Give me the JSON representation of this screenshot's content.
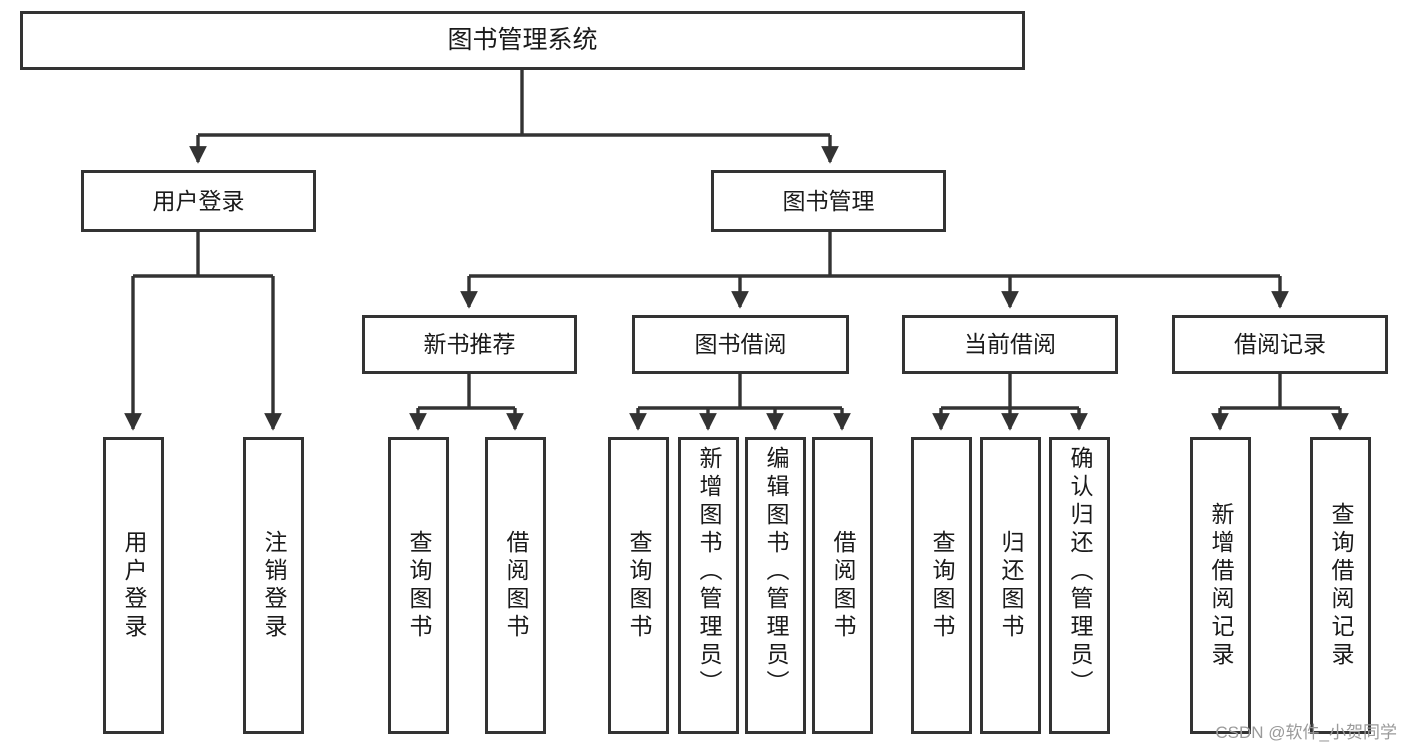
{
  "diagram": {
    "title": "图书管理系统",
    "type": "tree-hierarchy",
    "colors": {
      "box_border": "#333333",
      "box_fill": "#ffffff",
      "edge": "#333333",
      "text": "#1a1a1a",
      "watermark": "#9a9a9a",
      "background": "#ffffff"
    }
  },
  "root": {
    "label": "图书管理系统"
  },
  "level2": [
    {
      "label": "用户登录"
    },
    {
      "label": "图书管理"
    }
  ],
  "level3": [
    {
      "label": "新书推荐"
    },
    {
      "label": "图书借阅"
    },
    {
      "label": "当前借阅"
    },
    {
      "label": "借阅记录"
    }
  ],
  "leaves": {
    "user_login": [
      {
        "label": "用户登录"
      },
      {
        "label": "注销登录"
      }
    ],
    "new_book_recommend": [
      {
        "label": "查询图书"
      },
      {
        "label": "借阅图书"
      }
    ],
    "book_borrow": [
      {
        "label": "查询图书"
      },
      {
        "label": "新增图书（管理员）"
      },
      {
        "label": "编辑图书（管理员）"
      },
      {
        "label": "借阅图书"
      }
    ],
    "current_borrow": [
      {
        "label": "查询图书"
      },
      {
        "label": "归还图书"
      },
      {
        "label": "确认归还（管理员）"
      }
    ],
    "borrow_record": [
      {
        "label": "新增借阅记录"
      },
      {
        "label": "查询借阅记录"
      }
    ]
  },
  "watermark": {
    "text": "CSDN @软件_小贺同学"
  }
}
